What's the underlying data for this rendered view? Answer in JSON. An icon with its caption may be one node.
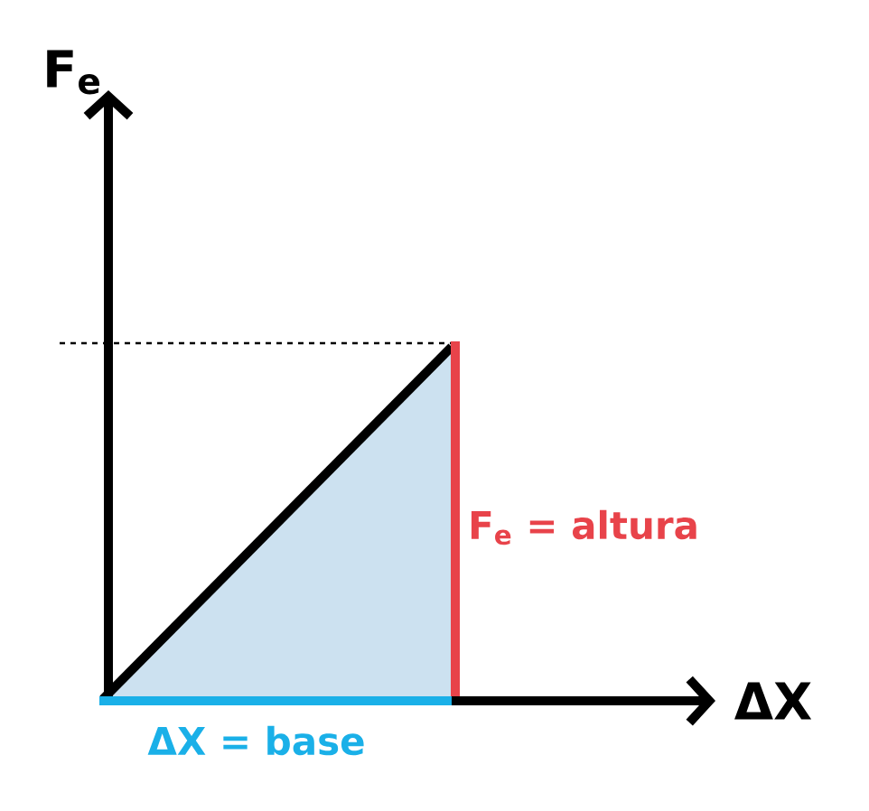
{
  "diagram": {
    "labels": [
      "F$_{e}$",
      "ΔX",
      "F$_{e}$ = altura",
      "ΔX = base"
    ]
  }
}
